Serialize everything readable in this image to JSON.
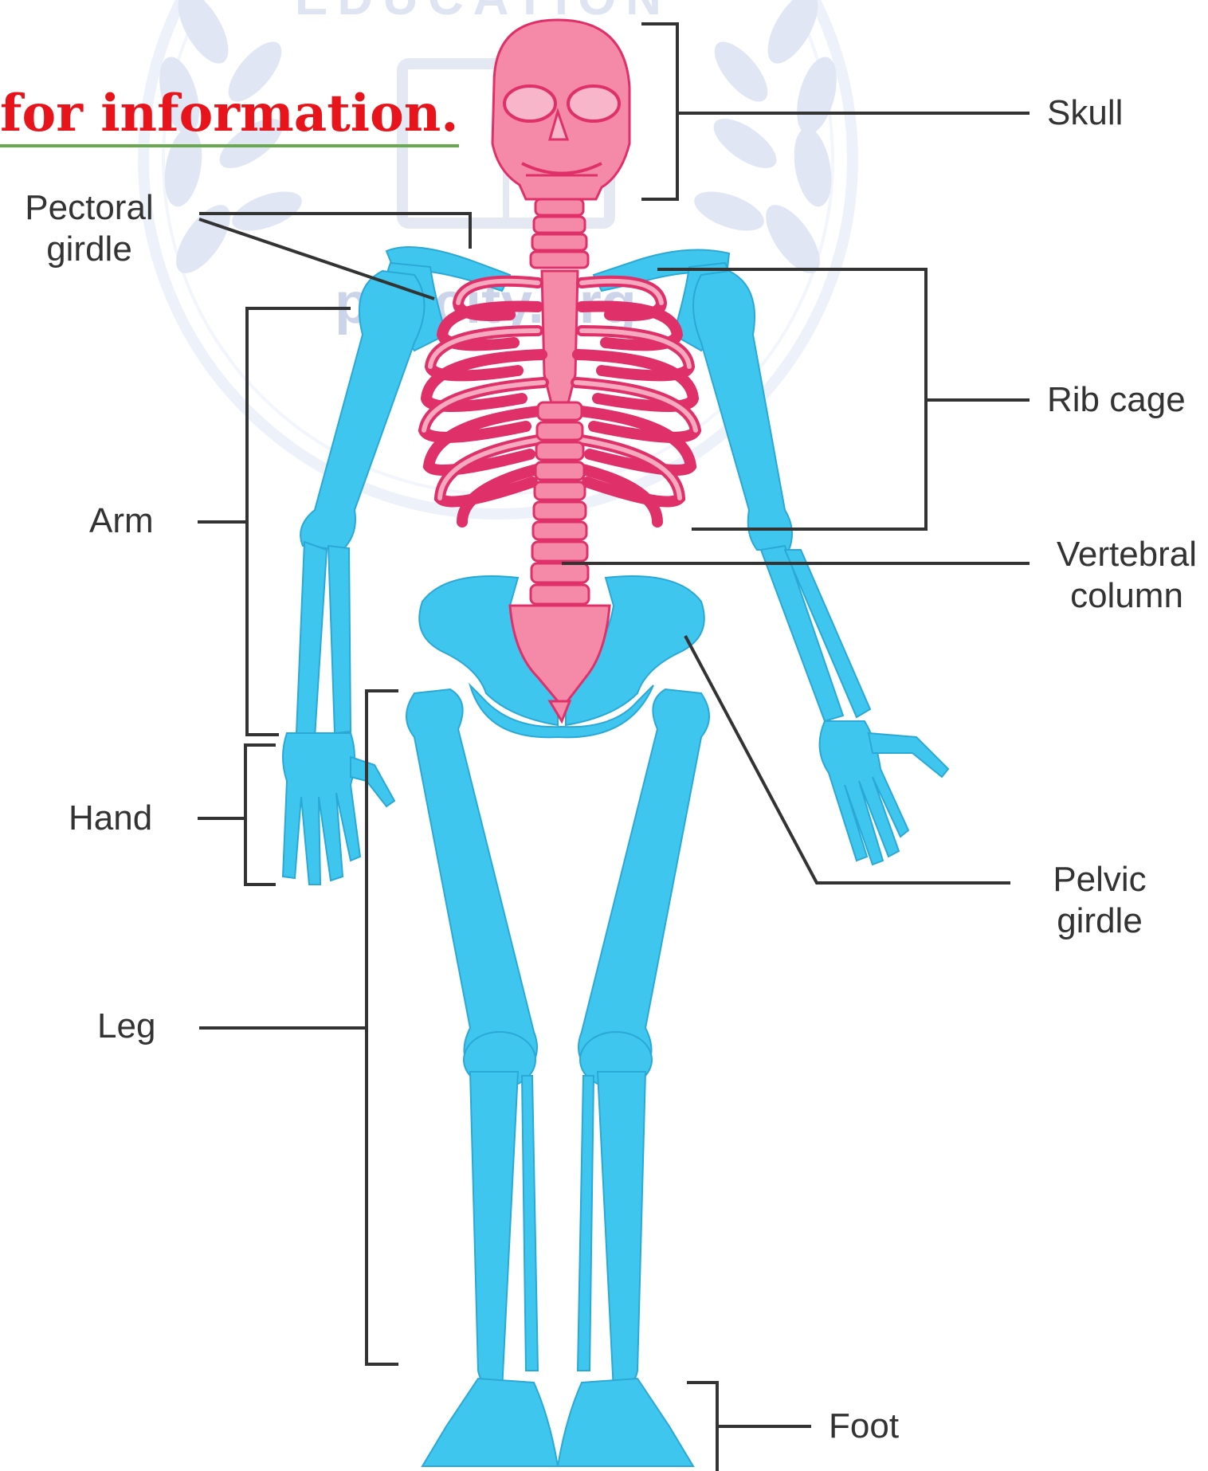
{
  "heading": "for information.",
  "watermark": {
    "arc_text": "EDUCATION",
    "site_text": "pakcity.org"
  },
  "labels": {
    "skull": "Skull",
    "pectoral_girdle_1": "Pectoral",
    "pectoral_girdle_2": "girdle",
    "rib_cage": "Rib cage",
    "arm": "Arm",
    "vertebral_column_1": "Vertebral",
    "vertebral_column_2": "column",
    "hand": "Hand",
    "pelvic_girdle_1": "Pelvic",
    "pelvic_girdle_2": "girdle",
    "leg": "Leg",
    "foot": "Foot"
  },
  "colors": {
    "axial_bones": "#f48aa8",
    "axial_outline": "#e0306a",
    "appendicular_bones": "#3fc6ef",
    "heading": "#e8141c",
    "leader_lines": "#333333"
  }
}
